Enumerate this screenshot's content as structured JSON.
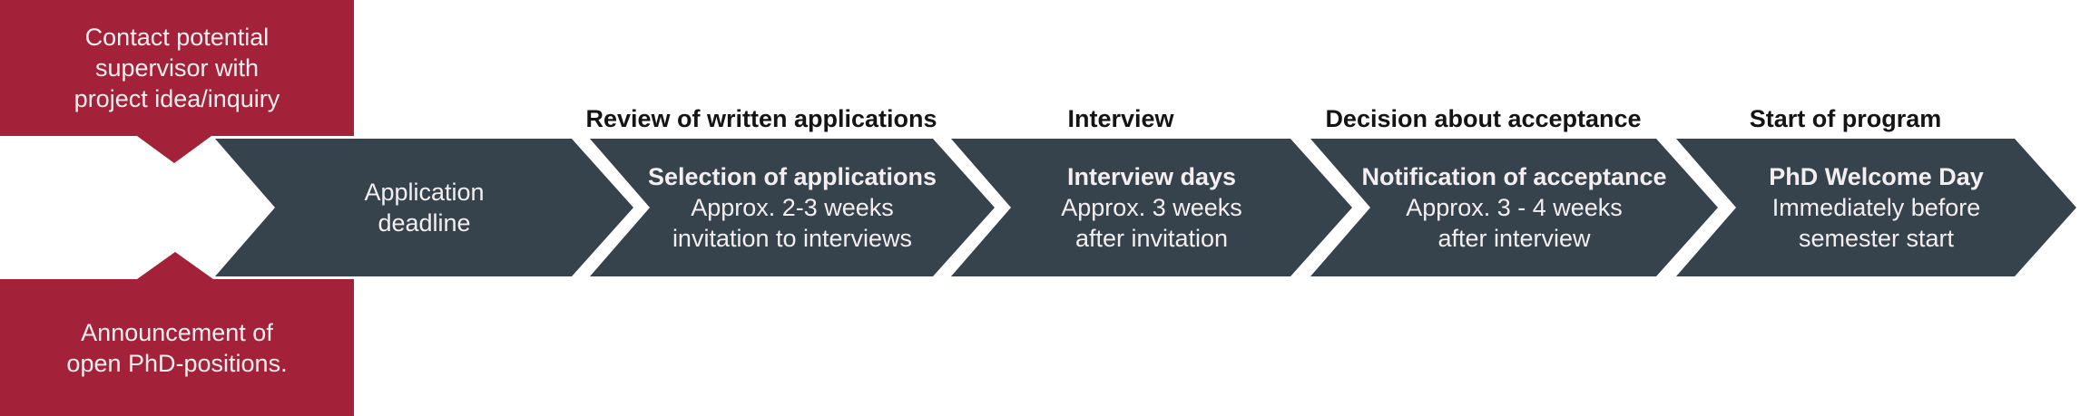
{
  "palette": {
    "red": "#A32139",
    "slate": "#36424C",
    "header_text": "#141414",
    "light_text": "#F3EFF0"
  },
  "callouts": {
    "top": {
      "lines": [
        "Contact potential",
        "supervisor with",
        "project idea/inquiry"
      ]
    },
    "bottom": {
      "lines": [
        "Announcement of",
        "open PhD-positions."
      ]
    }
  },
  "steps": [
    {
      "header": "",
      "title": "",
      "lines": [
        "Application",
        "deadline"
      ]
    },
    {
      "header": "Review of written applications",
      "title": "Selection of applications",
      "lines": [
        "Approx. 2-3 weeks",
        "invitation to interviews"
      ]
    },
    {
      "header": "Interview",
      "title": "Interview days",
      "lines": [
        "Approx. 3 weeks",
        "after invitation"
      ]
    },
    {
      "header": "Decision about acceptance",
      "title": "Notification of acceptance",
      "lines": [
        "Approx. 3 - 4 weeks",
        "after interview"
      ]
    },
    {
      "header": "Start of program",
      "title": "PhD Welcome Day",
      "lines": [
        "Immediately before",
        "semester start"
      ]
    }
  ]
}
